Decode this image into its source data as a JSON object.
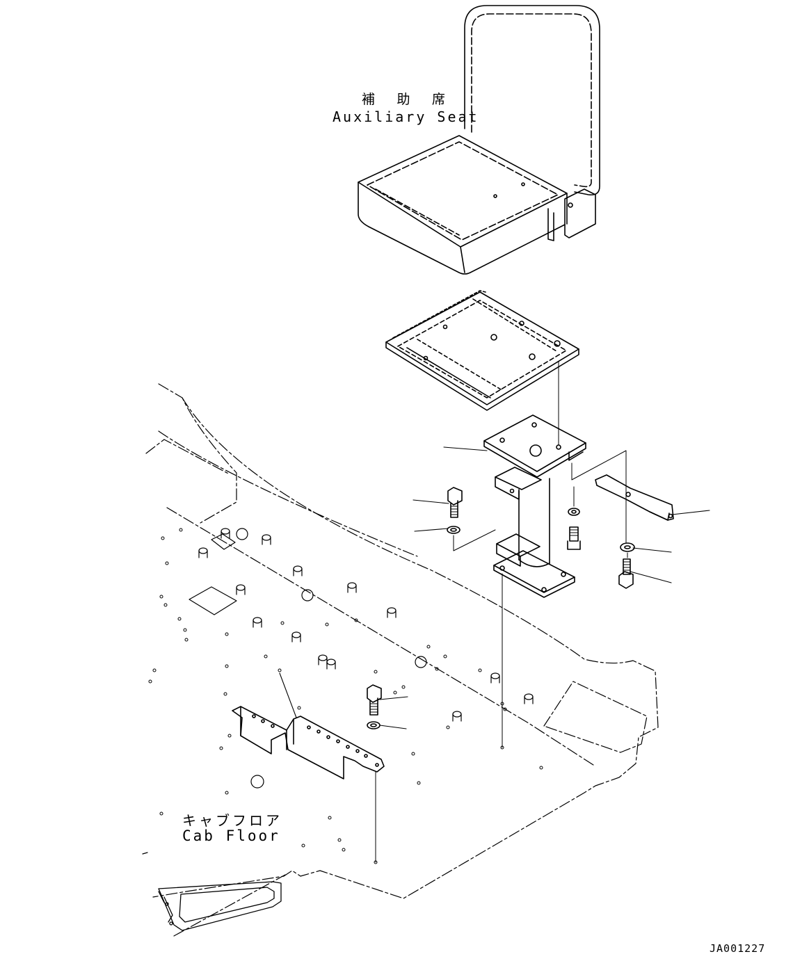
{
  "labels": {
    "auxiliary_seat_jp": "補 助 席",
    "auxiliary_seat_en": "Auxiliary Seat",
    "cab_floor_jp": "キャブフロア",
    "cab_floor_en": "Cab Floor",
    "drawing_code": "JA001227"
  },
  "colors": {
    "line": "#000000",
    "background": "#ffffff"
  }
}
